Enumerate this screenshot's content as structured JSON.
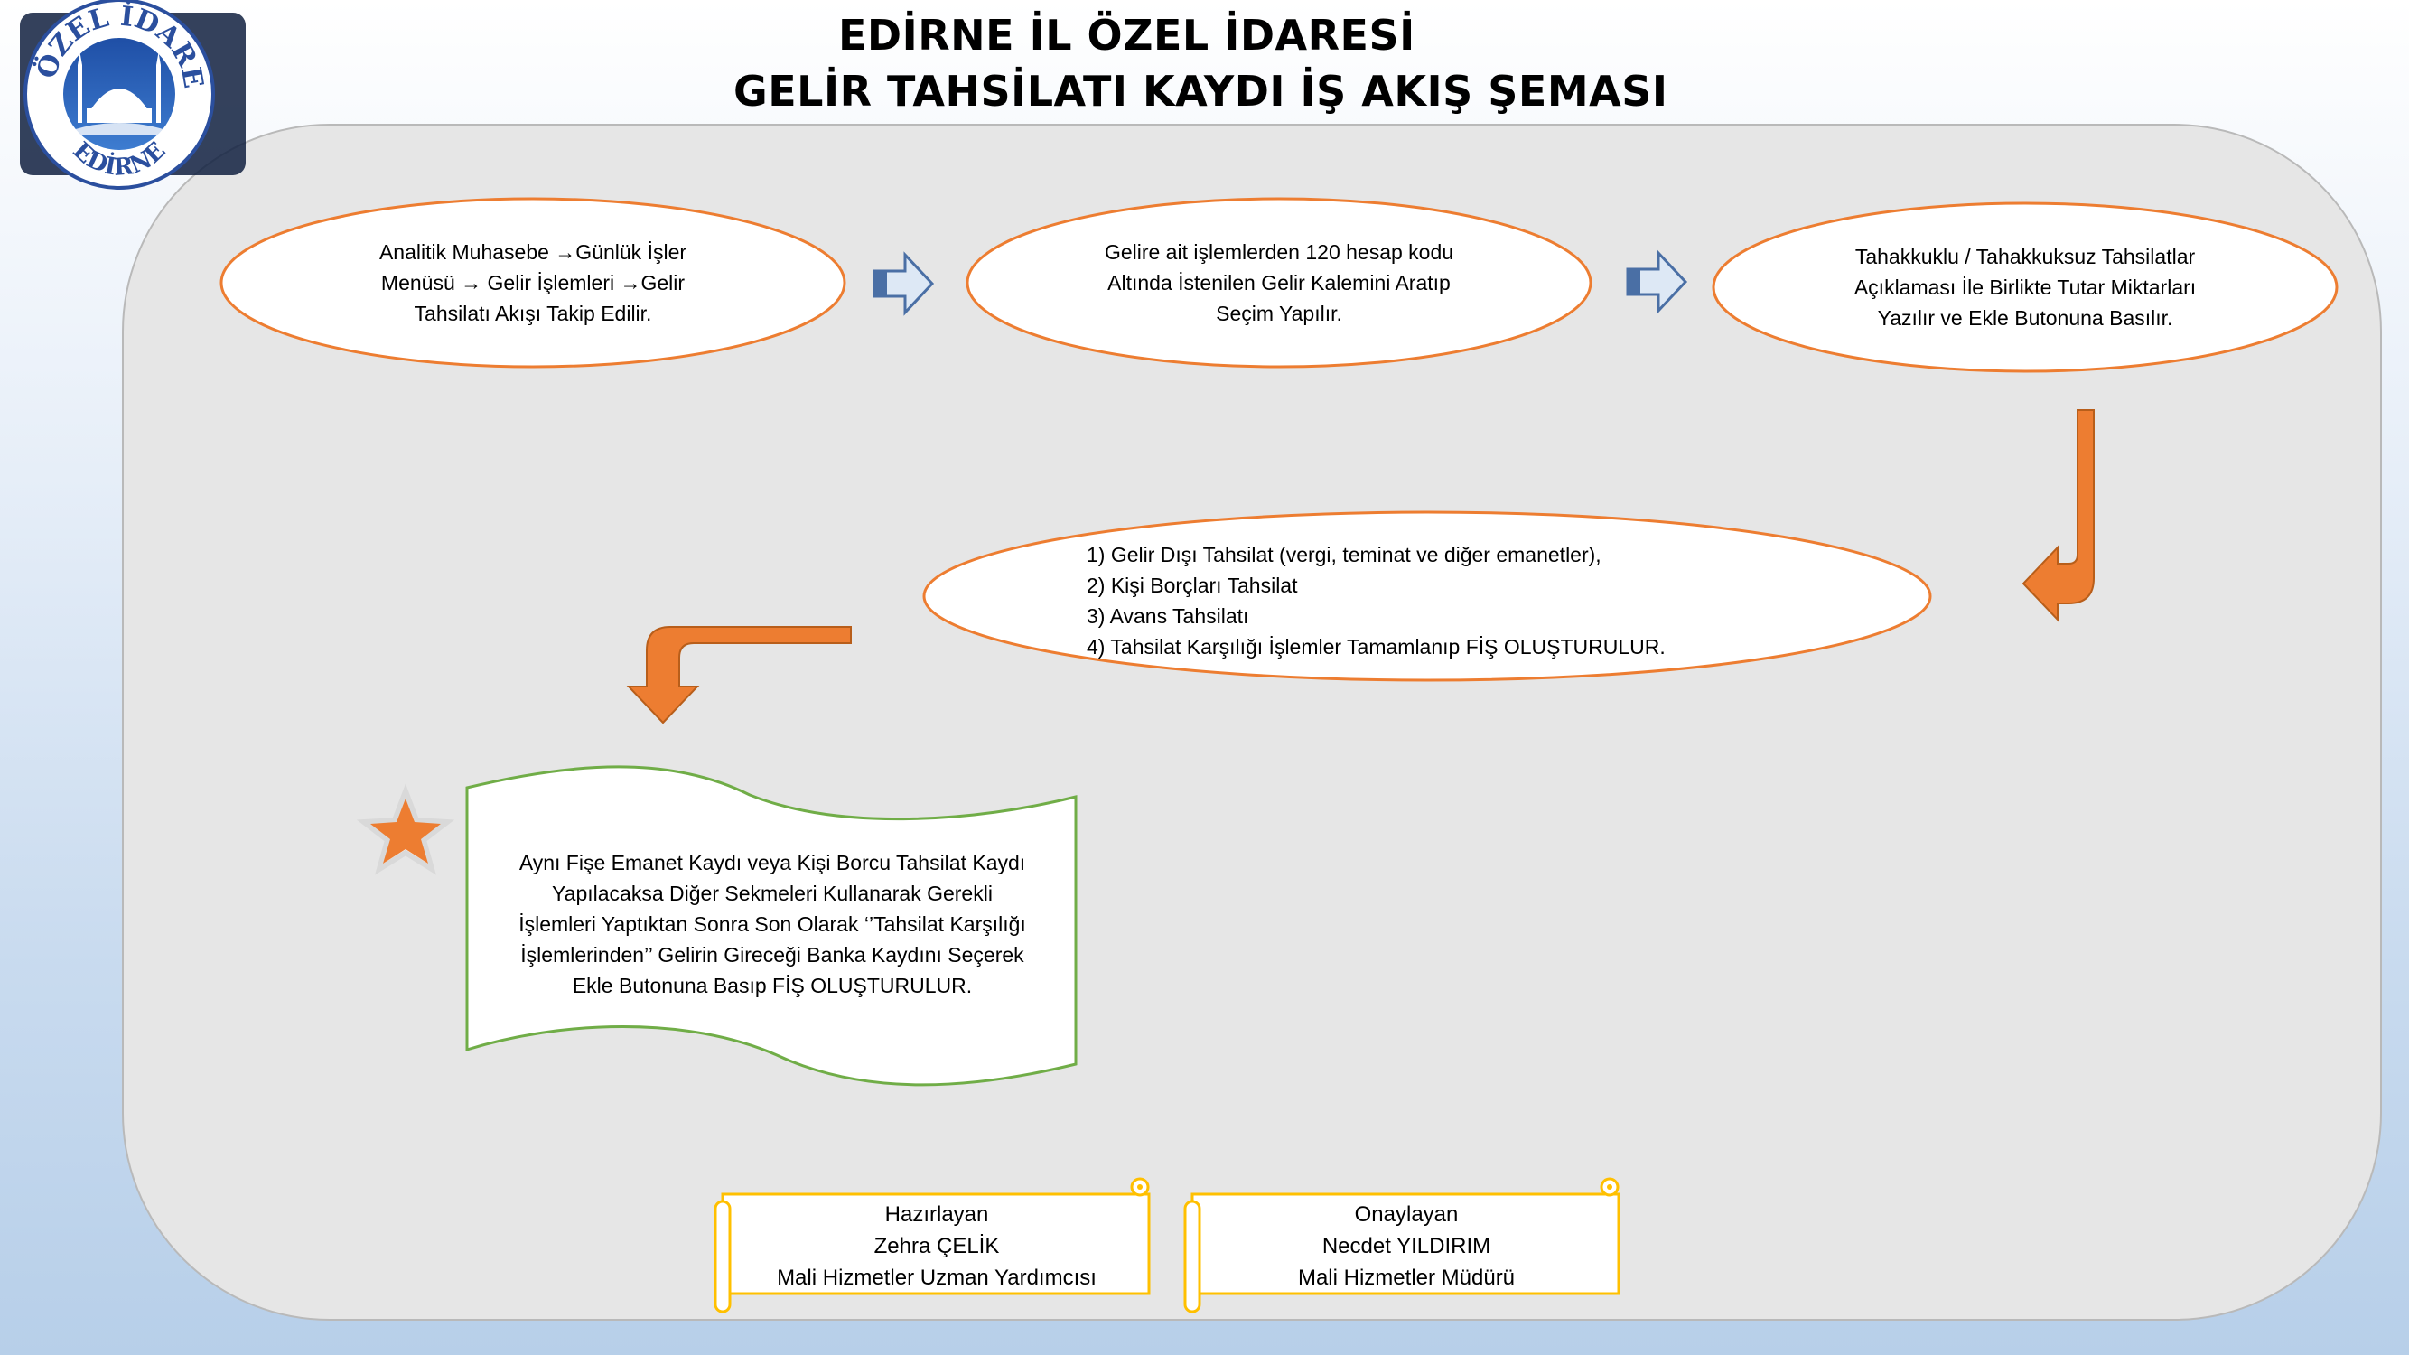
{
  "header": {
    "title_line1": "EDİRNE İL ÖZEL İDARESİ",
    "title_line2": "GELİR TAHSİLATI KAYDI İŞ AKIŞ ŞEMASI"
  },
  "logo": {
    "arc_top_text": "İL ÖZEL İDARESİ",
    "arc_bottom_text": "EDİRNE",
    "colors": {
      "ring": "#2b4f9e",
      "inner": "#ffffff"
    }
  },
  "flow": {
    "step1": "Analitik Muhasebe →Günlük İşler\nMenüsü → Gelir İşlemleri →Gelir\nTahsilatı Akışı Takip Edilir.",
    "step2": "Gelire  ait işlemlerden  120 hesap kodu\nAltında  İstenilen Gelir Kalemini Aratıp\nSeçim Yapılır.",
    "step3": "Tahakkuklu / Tahakkuksuz Tahsilatlar\nAçıklaması İle Birlikte  Tutar  Miktarları\nYazılır ve Ekle Butonuna  Basılır.",
    "step4_lines": [
      "1) Gelir  Dışı Tahsilat  (vergi, teminat ve diğer emanetler),",
      "2) Kişi Borçları Tahsilat",
      "3) Avans Tahsilatı",
      "4) Tahsilat Karşılığı İşlemler Tamamlanıp FİŞ OLUŞTURULUR."
    ],
    "note": "Aynı Fişe  Emanet  Kaydı  veya  Kişi Borcu Tahsilat Kaydı\nYapılacaksa  Diğer  Sekmeleri Kullanarak Gerekli\nİşlemleri Yaptıktan Sonra  Son Olarak  ‘’Tahsilat Karşılığı\nİşlemlerinden’’  Gelirin Gireceği Banka  Kaydını Seçerek\nEkle Butonuna  Basıp FİŞ OLUŞTURULUR."
  },
  "signatures": {
    "prepared": {
      "role": "Hazırlayan",
      "name": "Zehra ÇELİK",
      "title": "Mali Hizmetler Uzman Yardımcısı"
    },
    "approved": {
      "role": "Onaylayan",
      "name": "Necdet YILDIRIM",
      "title": "Mali Hizmetler Müdürü"
    }
  },
  "colors": {
    "ellipse_border": "#ed7d31",
    "orange_arrow": "#ed7d31",
    "blue_arrow_stroke": "#4a6fa5",
    "note_border": "#70ad47",
    "scroll_border": "#ffc000",
    "panel_fill": "#e6e6e6"
  },
  "icons": [
    "right-arrow-icon",
    "down-left-arrow-icon",
    "star-icon",
    "scroll-icon"
  ]
}
